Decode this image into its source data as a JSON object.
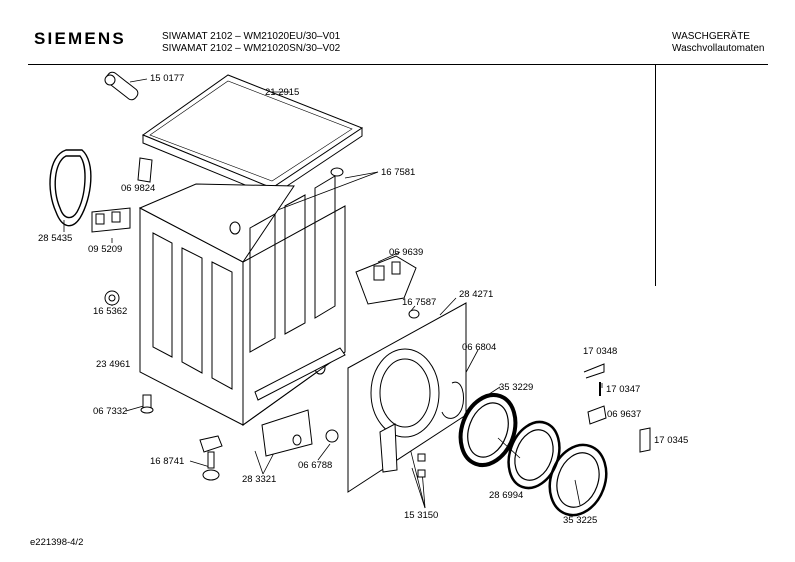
{
  "header": {
    "brand": "SIEMENS",
    "model_line_1": "SIWAMAT 2102 – WM21020EU/30–V01",
    "model_line_2": "SIWAMAT 2102 – WM21020SN/30–V02",
    "category_line_1": "WASCHGERÄTE",
    "category_line_2": "Waschvollautomaten"
  },
  "footer": {
    "drawing_id": "e221398-4/2"
  },
  "parts": [
    {
      "id": "p150177",
      "label": "15 0177"
    },
    {
      "id": "p212915",
      "label": "21 2915"
    },
    {
      "id": "p069824",
      "label": "06 9824"
    },
    {
      "id": "p167581",
      "label": "16 7581"
    },
    {
      "id": "p285435",
      "label": "28 5435"
    },
    {
      "id": "p095209",
      "label": "09 5209"
    },
    {
      "id": "p069639",
      "label": "06 9639"
    },
    {
      "id": "p165362",
      "label": "16 5362"
    },
    {
      "id": "p167587",
      "label": "16 7587"
    },
    {
      "id": "p284271",
      "label": "28 4271"
    },
    {
      "id": "p234961",
      "label": "23 4961"
    },
    {
      "id": "p066804",
      "label": "06 6804"
    },
    {
      "id": "p170348",
      "label": "17 0348"
    },
    {
      "id": "p170347",
      "label": "17 0347"
    },
    {
      "id": "p353229",
      "label": "35 3229"
    },
    {
      "id": "p067332",
      "label": "06 7332"
    },
    {
      "id": "p069637",
      "label": "06 9637"
    },
    {
      "id": "p170345",
      "label": "17 0345"
    },
    {
      "id": "p168741",
      "label": "16 8741"
    },
    {
      "id": "p283321",
      "label": "28 3321"
    },
    {
      "id": "p066788",
      "label": "06 6788"
    },
    {
      "id": "p286994",
      "label": "28 6994"
    },
    {
      "id": "p153150",
      "label": "15 3150"
    },
    {
      "id": "p353225",
      "label": "35 3225"
    }
  ]
}
